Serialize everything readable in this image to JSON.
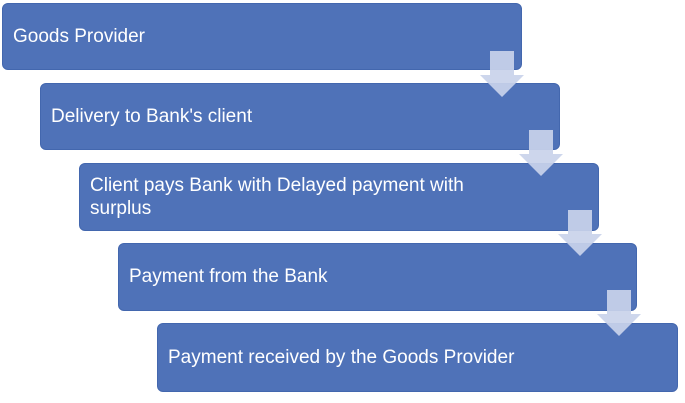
{
  "steps": [
    {
      "label": "Goods Provider"
    },
    {
      "label": "Delivery to Bank's client"
    },
    {
      "label": "Client pays Bank with Delayed payment with surplus"
    },
    {
      "label": "Payment from the Bank"
    },
    {
      "label": "Payment received by the Goods Provider"
    }
  ],
  "colors": {
    "box_fill": "#4f72b8",
    "arrow_fill": "#c9d3ea",
    "text": "#ffffff"
  }
}
